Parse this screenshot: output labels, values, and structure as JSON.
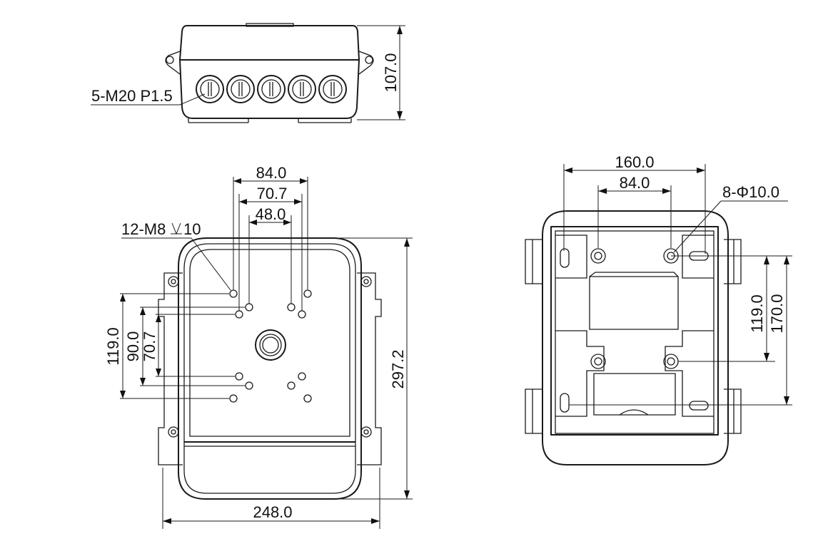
{
  "top_view": {
    "thread_callout": "5-M20 P1.5",
    "height": "107.0"
  },
  "front_view": {
    "spacing_outer": "84.0",
    "spacing_mid": "70.7",
    "spacing_inner": "48.0",
    "screw_callout": "12-M8",
    "screw_depth": "10",
    "vertical_outer": "119.0",
    "vertical_mid": "90.0",
    "vertical_inner": "70.7",
    "total_height": "297.2",
    "total_width": "248.0"
  },
  "back_view": {
    "spacing_outer": "160.0",
    "spacing_inner": "84.0",
    "hole_callout": "8-Φ10.0",
    "vertical_inner": "119.0",
    "vertical_outer": "170.0"
  }
}
